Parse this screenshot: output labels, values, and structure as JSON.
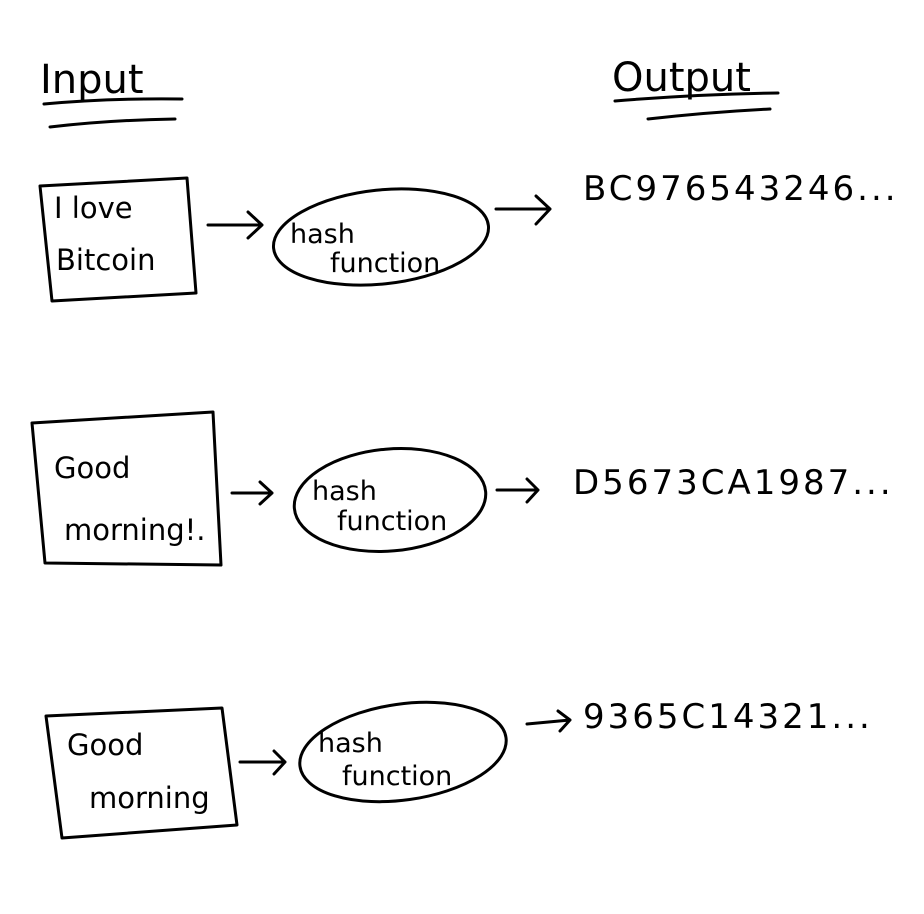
{
  "headings": {
    "input": "Input",
    "output": "Output"
  },
  "rows": [
    {
      "input_lines": [
        "I love",
        "Bitcoin"
      ],
      "function_lines": [
        "hash",
        "function"
      ],
      "output": "BC976543246..."
    },
    {
      "input_lines": [
        "Good",
        "morning!."
      ],
      "function_lines": [
        "hash",
        "function"
      ],
      "output": "D5673CA1987..."
    },
    {
      "input_lines": [
        "Good",
        "morning"
      ],
      "function_lines": [
        "hash",
        "function"
      ],
      "output": "9365C14321..."
    }
  ],
  "colors": {
    "ink": "#000000",
    "background": "#ffffff"
  }
}
